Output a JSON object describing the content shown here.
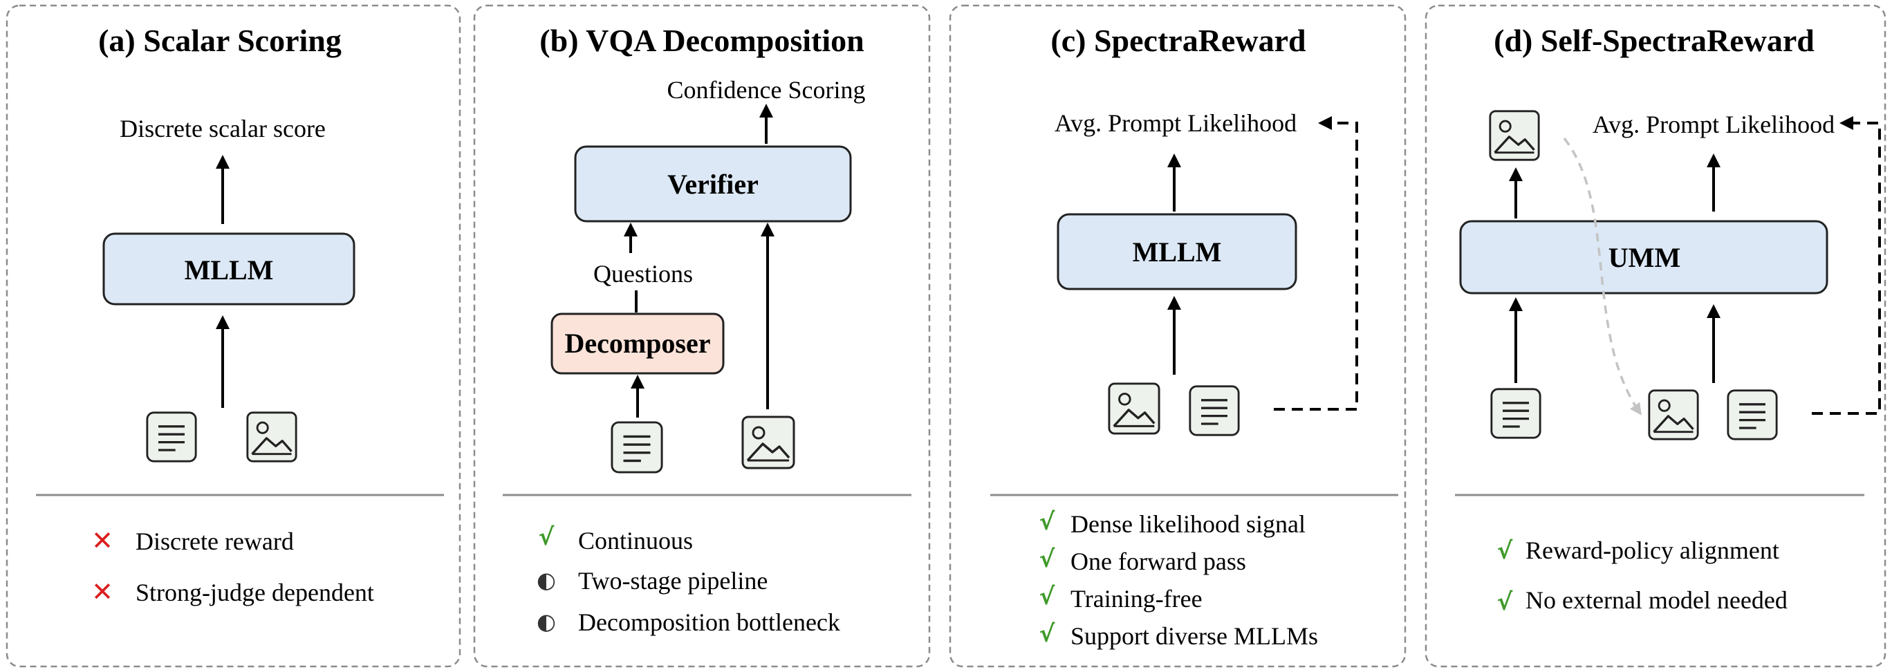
{
  "panels": [
    {
      "title": "(a) Scalar Scoring",
      "output_label": "Discrete scalar score",
      "model_label": "MLLM",
      "features": [
        {
          "mark": "cross",
          "text": "Discrete reward"
        },
        {
          "mark": "cross",
          "text": "Strong-judge dependent"
        }
      ]
    },
    {
      "title": "(b) VQA Decomposition",
      "output_label": "Confidence Scoring",
      "model_label": "Verifier",
      "mid_label": "Questions",
      "decomposer_label": "Decomposer",
      "features": [
        {
          "mark": "check",
          "text": "Continuous"
        },
        {
          "mark": "half",
          "text": "Two-stage pipeline"
        },
        {
          "mark": "half",
          "text": "Decomposition bottleneck"
        }
      ]
    },
    {
      "title": "(c) SpectraReward",
      "output_label": "Avg. Prompt Likelihood",
      "model_label": "MLLM",
      "features": [
        {
          "mark": "check",
          "text": "Dense likelihood signal"
        },
        {
          "mark": "check",
          "text": "One forward pass"
        },
        {
          "mark": "check",
          "text": "Training-free"
        },
        {
          "mark": "check",
          "text": "Support diverse MLLMs"
        }
      ]
    },
    {
      "title": "(d) Self-SpectraReward",
      "output_label": "Avg. Prompt Likelihood",
      "model_label": "UMM",
      "features": [
        {
          "mark": "check",
          "text": "Reward-policy alignment"
        },
        {
          "mark": "check",
          "text": "No external model needed"
        }
      ]
    }
  ],
  "marks": {
    "check": "√",
    "cross": "✕",
    "half": "◐"
  },
  "colors": {
    "model_box": "#dce8f5",
    "decomposer_box": "#fbe3d9",
    "icon_fill": "#eef2ec",
    "check": "#3f9a2a",
    "cross": "#dc1f1f",
    "panel_border": "#8c8c8c"
  }
}
